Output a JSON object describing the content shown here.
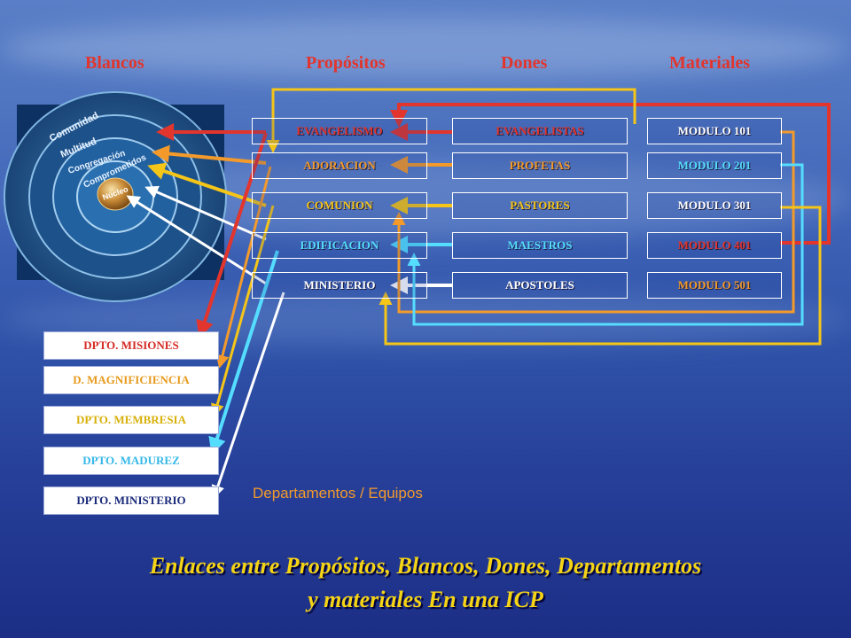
{
  "headers": {
    "blancos": "Blancos",
    "propositos": "Propósitos",
    "dones": "Dones",
    "materiales": "Materiales"
  },
  "circle_labels": {
    "comunidad": "Comunidad",
    "multitud": "Multitud",
    "congregacion": "Congregación",
    "comprometidos": "Comprometidos",
    "nucleo": "Núcleo"
  },
  "propositos": [
    "EVANGELISMO",
    "ADORACION",
    "COMUNION",
    "EDIFICACION",
    "MINISTERIO"
  ],
  "dones": [
    "EVANGELISTAS",
    "PROFETAS",
    "PASTORES",
    "MAESTROS",
    "APOSTOLES"
  ],
  "materiales": [
    "MODULO 101",
    "MODULO 201",
    "MODULO 301",
    "MODULO 401",
    "MODULO 501"
  ],
  "departamentos": [
    "DPTO.  MISIONES",
    "D.  MAGNIFICIENCIA",
    "DPTO.  MEMBRESIA",
    "DPTO.  MADUREZ",
    "DPTO. MINISTERIO"
  ],
  "dept_label": "Departamentos / Equipos",
  "title_line1": "Enlaces entre  Propósitos, Blancos, Dones, Departamentos",
  "title_line2": "y materiales En una ICP",
  "colors": {
    "red": "#e2352d",
    "orange": "#f39a2b",
    "yellow": "#f5c518",
    "lightblue": "#55ddff",
    "white": "#ffffff"
  }
}
